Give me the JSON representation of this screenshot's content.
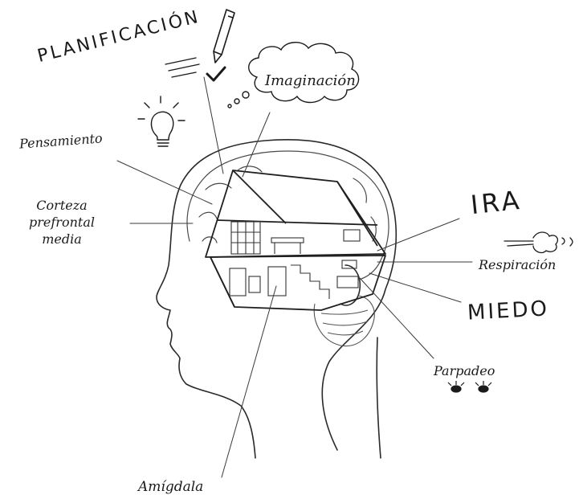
{
  "labels": {
    "planificacion": "PLANIFICACIÓN",
    "imaginacion": "Imaginación",
    "pensamiento": "Pensamiento",
    "corteza_line1": "Corteza",
    "corteza_line2": "prefrontal",
    "corteza_line3": "media",
    "ira": "IRA",
    "respiracion": "Respiración",
    "miedo": "MIEDO",
    "parpadeo": "Parpadeo",
    "amigdala": "Amígdala"
  },
  "icons": {
    "pencil": "pencil-icon",
    "checkmark": "checkmark-icon",
    "thought_bubble": "thought-bubble-icon",
    "lightbulb": "lightbulb-icon",
    "breath": "breath-puff-icon",
    "eyes": "blinking-eyes-icon"
  },
  "colors": {
    "ink": "#1a1a1a",
    "light_ink": "#555555",
    "background": "#ffffff"
  }
}
